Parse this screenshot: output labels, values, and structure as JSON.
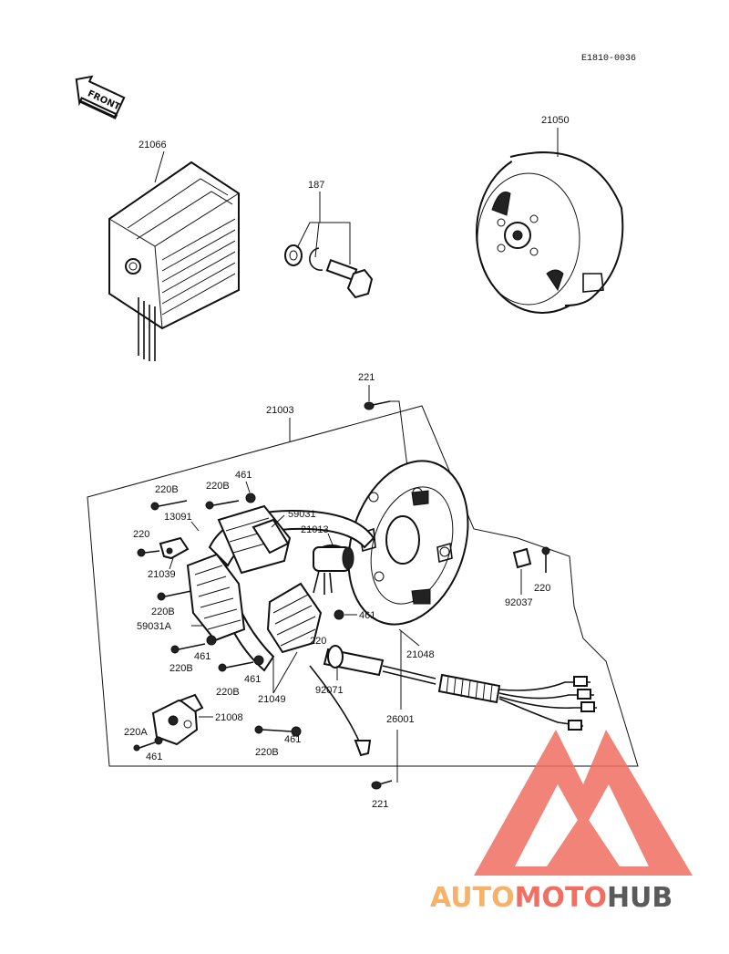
{
  "diagram_code": "E1810-0036",
  "front_label": "FRONT",
  "labels": {
    "l21066": "21066",
    "l187": "187",
    "l21050": "21050",
    "l221_top": "221",
    "l21003": "21003",
    "l220B_1": "220B",
    "l220B_2": "220B",
    "l461_1": "461",
    "l13091": "13091",
    "l59031": "59031",
    "l21013": "21013",
    "l220_1": "220",
    "l21039": "21039",
    "l220B_3": "220B",
    "l59031A": "59031A",
    "l461_2": "461",
    "l220B_4": "220B",
    "l461_3": "461",
    "l220B_5": "220B",
    "l21049": "21049",
    "l220_2": "220",
    "l461_4": "461",
    "l92071": "92071",
    "l21048": "21048",
    "l26001": "26001",
    "l220_3": "220",
    "l92037": "92037",
    "l21008": "21008",
    "l220A": "220A",
    "l461_5": "461",
    "l220B_6": "220B",
    "l461_6": "461",
    "l221_bottom": "221"
  },
  "watermark": {
    "part1": "AUTO",
    "part2": "MOTO",
    "part3": "HUB",
    "color1": "#f5b26b",
    "color2": "#f06e62",
    "color3": "#5a5a5a"
  }
}
